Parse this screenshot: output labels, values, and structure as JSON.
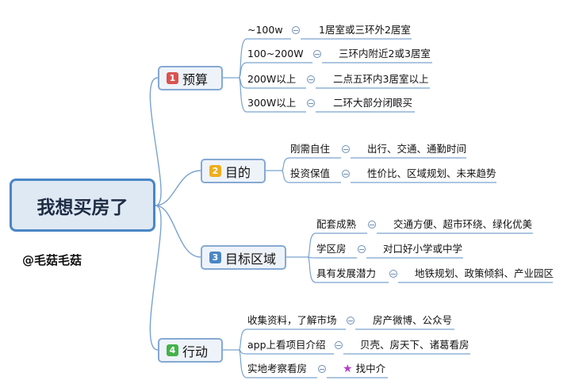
{
  "root": {
    "title": "我想买房了"
  },
  "author": "@毛菇毛菇",
  "branches": [
    {
      "num": "1",
      "label": "预算",
      "badge_color": "#d9534f",
      "items": [
        {
          "topic": "~100w",
          "detail": "1居室或三环外2居室"
        },
        {
          "topic": "100~200W",
          "detail": "三环内附近2或3居室"
        },
        {
          "topic": "200W以上",
          "detail": "二点五环内3居室以上"
        },
        {
          "topic": "300W以上",
          "detail": "二环大部分闭眼买"
        }
      ]
    },
    {
      "num": "2",
      "label": "目的",
      "badge_color": "#f0ad1c",
      "items": [
        {
          "topic": "刚需自住",
          "detail": "出行、交通、通勤时间"
        },
        {
          "topic": "投资保值",
          "detail": "性价比、区域规划、未来趋势"
        }
      ]
    },
    {
      "num": "3",
      "label": "目标区域",
      "badge_color": "#4a86c5",
      "items": [
        {
          "topic": "配套成熟",
          "detail": "交通方便、超市环绕、绿化优美"
        },
        {
          "topic": "学区房",
          "detail": "对口好小学或中学"
        },
        {
          "topic": "具有发展潜力",
          "detail": "地铁规划、政策倾斜、产业园区"
        }
      ]
    },
    {
      "num": "4",
      "label": "行动",
      "badge_color": "#45b24a",
      "items": [
        {
          "topic": "收集资料，了解市场",
          "detail": "房产微博、公众号"
        },
        {
          "topic": "app上看项目介绍",
          "detail": "贝壳、房天下、诸葛看房"
        },
        {
          "topic": "实地考察看房",
          "detail": "找中介",
          "marker": "star-icon"
        }
      ]
    }
  ],
  "colors": {
    "line": "#7aa3cf",
    "root_border": "#4a86c5",
    "root_fill": "#dfe9f4",
    "branch_border": "#86a9d2"
  }
}
